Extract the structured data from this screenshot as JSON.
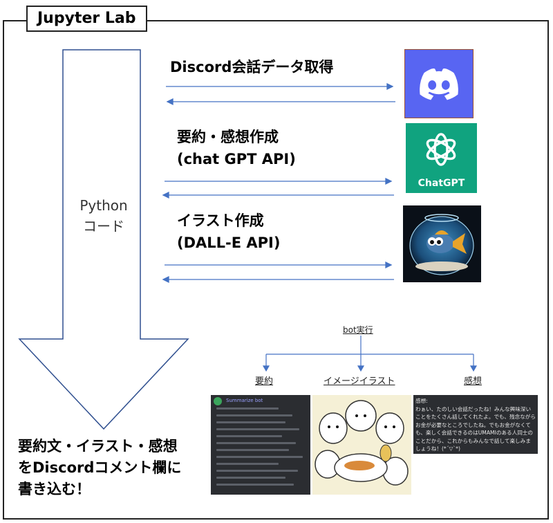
{
  "title": "Jupyter Lab",
  "steps": [
    {
      "label": "Discord会話データ取得"
    },
    {
      "label_line1": "要約・感想作成",
      "label_line2": "(chat GPT API)"
    },
    {
      "label_line1": "イラスト作成",
      "label_line2": "(DALL-E API)"
    }
  ],
  "big_arrow": {
    "line1": "Python",
    "line2": "コード"
  },
  "logos": {
    "discord": "discord-logo",
    "chatgpt": {
      "icon": "openai-logo",
      "text": "ChatGPT"
    },
    "dalle": "fishbowl-illustration"
  },
  "bottom_text": {
    "line1": "要約文・イラスト・感想",
    "line2": "をDiscordコメント欄に",
    "line3": "書き込む！"
  },
  "bot": {
    "root": "bot実行",
    "branches": [
      "要約",
      "イメージイラスト",
      "感想"
    ],
    "summary_bot_name": "Summarize bot",
    "feedback_text": "感想:\nわぁい、たのしい会話だったね！みんな興味深いことをたくさん話してくれたよ。でも、残念ながらお金が必要なところでしたね。でもお金がなくても、楽しく会話できるのはUMAMIのある人同士のことだから、これからもみんなで話して楽しみましょうね！(*´▽`*)"
  },
  "colors": {
    "arrow": "#4472C4",
    "discord": "#5865F2",
    "chatgpt": "#10A37F"
  }
}
